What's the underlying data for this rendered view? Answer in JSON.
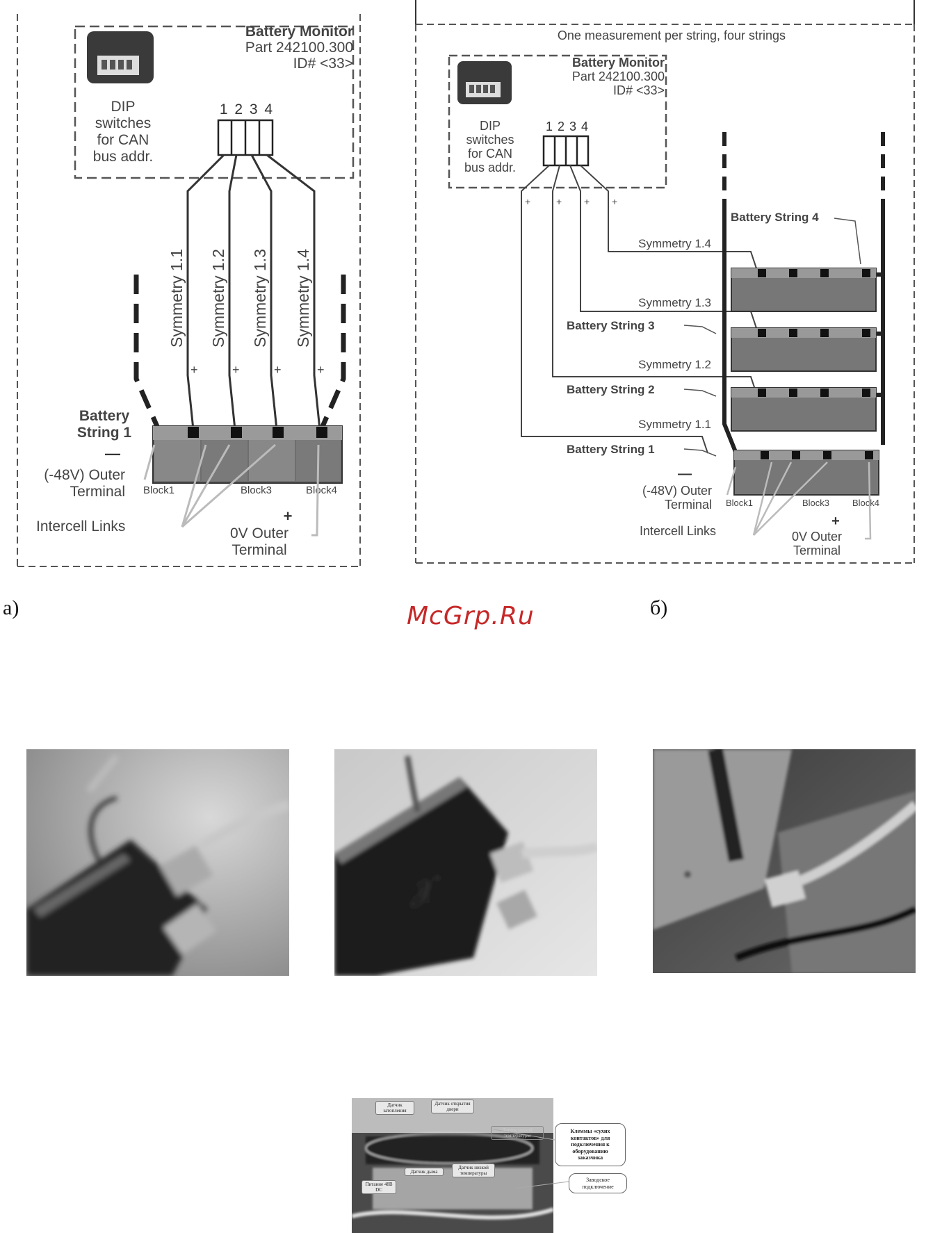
{
  "figure_a": {
    "monitor_title": "Battery Monitor",
    "monitor_part": "Part 242100.300",
    "monitor_id": "ID# <33>",
    "dip_l1": "DIP",
    "dip_l2": "switches",
    "dip_l3": "for CAN",
    "dip_l4": "bus addr.",
    "dip_numbers": "1 2 3 4",
    "sym": [
      "Symmetry 1.1",
      "Symmetry 1.2",
      "Symmetry 1.3",
      "Symmetry 1.4"
    ],
    "string_l1": "Battery",
    "string_l2": "String 1",
    "minus": "—",
    "outer_l1": "(-48V) Outer",
    "outer_l2": "Terminal",
    "block1": "Block1",
    "block3": "Block3",
    "block4": "Block4",
    "intercell": "Intercell Links",
    "plus": "+",
    "zero_l1": "0V Outer",
    "zero_l2": "Terminal",
    "caption": "а)"
  },
  "figure_b": {
    "header": "One measurement per string, four strings",
    "monitor_title": "Battery Monitor",
    "monitor_part": "Part 242100.300",
    "monitor_id": "ID# <33>",
    "dip_l1": "DIP",
    "dip_l2": "switches",
    "dip_l3": "for CAN",
    "dip_l4": "bus addr.",
    "dip_numbers": "1 2 3 4",
    "string4": "Battery String 4",
    "string3": "Battery String 3",
    "string2": "Battery String 2",
    "string1": "Battery String 1",
    "sym14": "Symmetry 1.4",
    "sym13": "Symmetry 1.3",
    "sym12": "Symmetry 1.2",
    "sym11": "Symmetry 1.1",
    "minus": "—",
    "outer_l1": "(-48V) Outer",
    "outer_l2": "Terminal",
    "block1": "Block1",
    "block3": "Block3",
    "block4": "Block4",
    "intercell": "Intercell Links",
    "plus": "+",
    "zero_l1": "0V Outer",
    "zero_l2": "Terminal",
    "caption": "б)"
  },
  "watermark": "McGrp.Ru",
  "bottom_photo": {
    "label_door": "Датчик открытия двери",
    "label_heat": "Датчик затопления",
    "label_lowtemp_top": "Датчик низкой температуры",
    "label_smoke": "Датчик дыма",
    "label_power": "Питание 48В DC",
    "label_low": "Датчик низкой температуры",
    "callout_dry": "Клеммы «сухих контактов» для подключения к оборудованию заказчика",
    "callout_factory": "Заводское подключение"
  },
  "colors": {
    "line": "#333333",
    "dash": "#555555",
    "watermark": "#c62828"
  }
}
